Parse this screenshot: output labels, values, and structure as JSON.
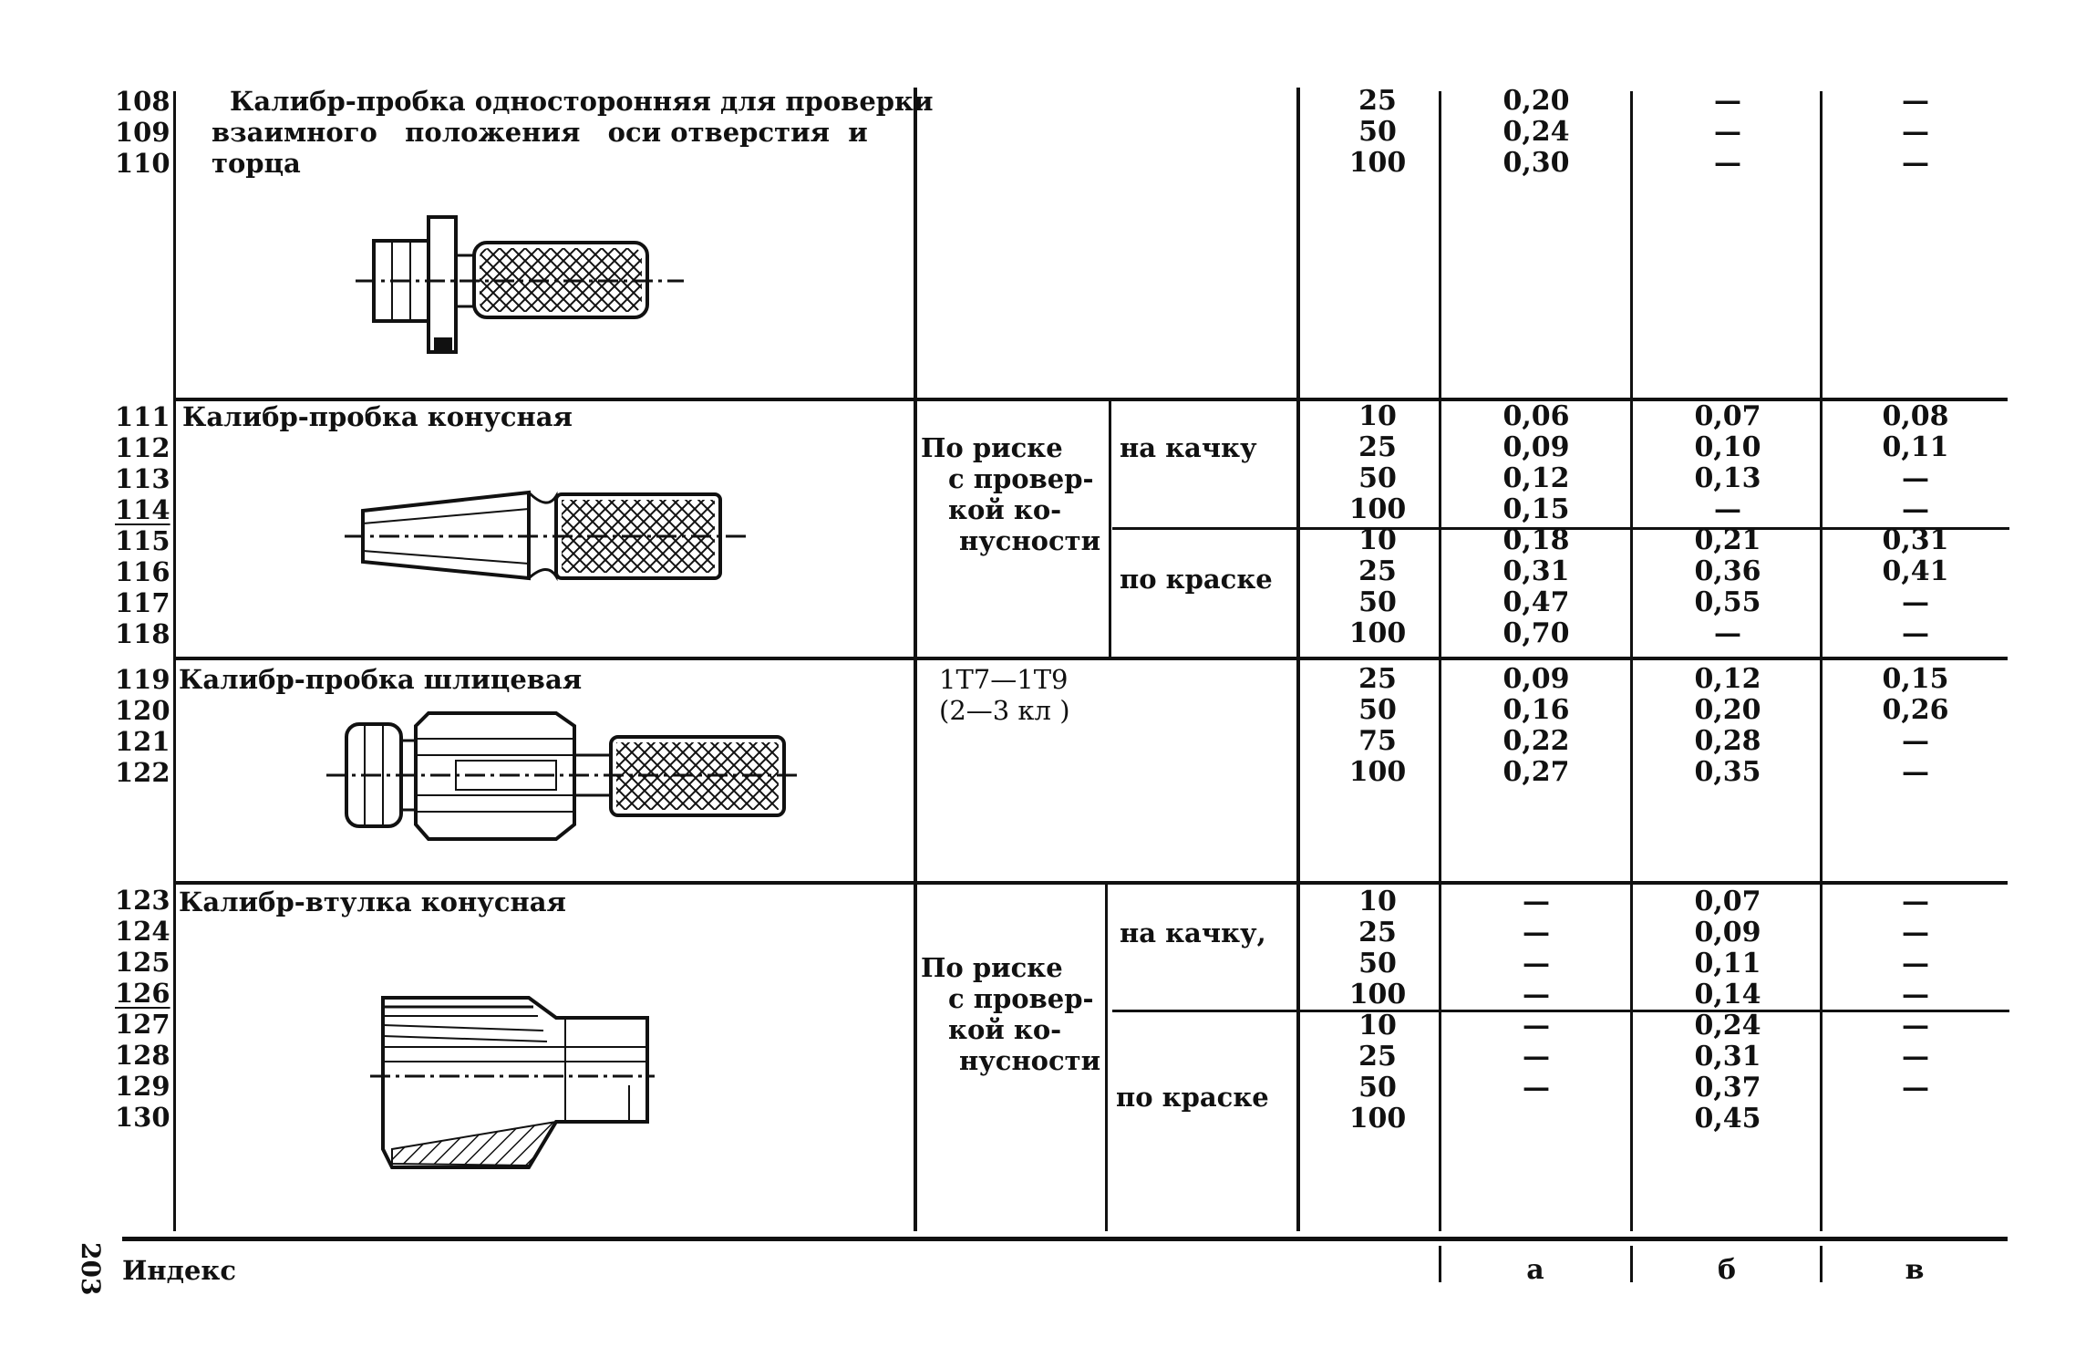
{
  "rows": [
    {
      "indices": [
        "108",
        "109",
        "110"
      ],
      "title_lines": [
        "Калибр-пробка односторонняя для проверки",
        "взаимного   положения   оси отверстия  и",
        "торца"
      ],
      "method": "",
      "sub": "",
      "nums": [
        "25",
        "50",
        "100"
      ],
      "a": [
        "0,20",
        "0,24",
        "0,30"
      ],
      "b": [
        "—",
        "—",
        "—"
      ],
      "v": [
        "—",
        "—",
        "—"
      ]
    },
    {
      "indices": [
        "111",
        "112",
        "113",
        "114"
      ],
      "title_lines": [
        "Калибр-пробка конусная"
      ],
      "method_lines": [
        "По риске",
        "с провер-",
        "кой ко-",
        "нусности"
      ],
      "sub": "на качку",
      "nums": [
        "10",
        "25",
        "50",
        "100"
      ],
      "a": [
        "0,06",
        "0,09",
        "0,12",
        "0,15"
      ],
      "b": [
        "0,07",
        "0,10",
        "0,13",
        "—"
      ],
      "v": [
        "0,08",
        "0,11",
        "—",
        "—"
      ]
    },
    {
      "indices": [
        "115",
        "116",
        "117",
        "118"
      ],
      "sub": "по краске",
      "nums": [
        "10",
        "25",
        "50",
        "100"
      ],
      "a": [
        "0,18",
        "0,31",
        "0,47",
        "0,70"
      ],
      "b": [
        "0,21",
        "0,36",
        "0,55",
        "—"
      ],
      "v": [
        "0,31",
        "0,41",
        "—",
        "—"
      ]
    },
    {
      "indices": [
        "119",
        "120",
        "121",
        "122"
      ],
      "title_lines": [
        "Калибр-пробка шлицевая"
      ],
      "method_lines": [
        "1Т7—1Т9",
        "(2—3 кл )"
      ],
      "nums": [
        "25",
        "50",
        "75",
        "100"
      ],
      "a": [
        "0,09",
        "0,16",
        "0,22",
        "0,27"
      ],
      "b": [
        "0,12",
        "0,20",
        "0,28",
        "0,35"
      ],
      "v": [
        "0,15",
        "0,26",
        "—",
        "—"
      ]
    },
    {
      "indices": [
        "123",
        "124",
        "125",
        "126"
      ],
      "title_lines": [
        "Калибр-втулка конусная"
      ],
      "method_lines": [
        "По риске",
        "с провер-",
        "кой ко-",
        "нусности"
      ],
      "sub": "на качку,",
      "nums": [
        "10",
        "25",
        "50",
        "100"
      ],
      "a": [
        "—",
        "—",
        "—",
        "—"
      ],
      "b": [
        "0,07",
        "0,09",
        "0,11",
        "0,14"
      ],
      "v": [
        "—",
        "—",
        "—",
        "—"
      ]
    },
    {
      "indices": [
        "127",
        "128",
        "129",
        "130"
      ],
      "sub": "по краске",
      "nums": [
        "10",
        "25",
        "50",
        "100"
      ],
      "a": [
        "—",
        "—",
        "—",
        ""
      ],
      "b": [
        "0,24",
        "0,31",
        "0,37",
        "0,45"
      ],
      "v": [
        "—",
        "—",
        "—",
        ""
      ]
    }
  ],
  "footer": {
    "label": "Индекс",
    "col_a": "а",
    "col_b": "б",
    "col_v": "в",
    "page_number": "203"
  }
}
